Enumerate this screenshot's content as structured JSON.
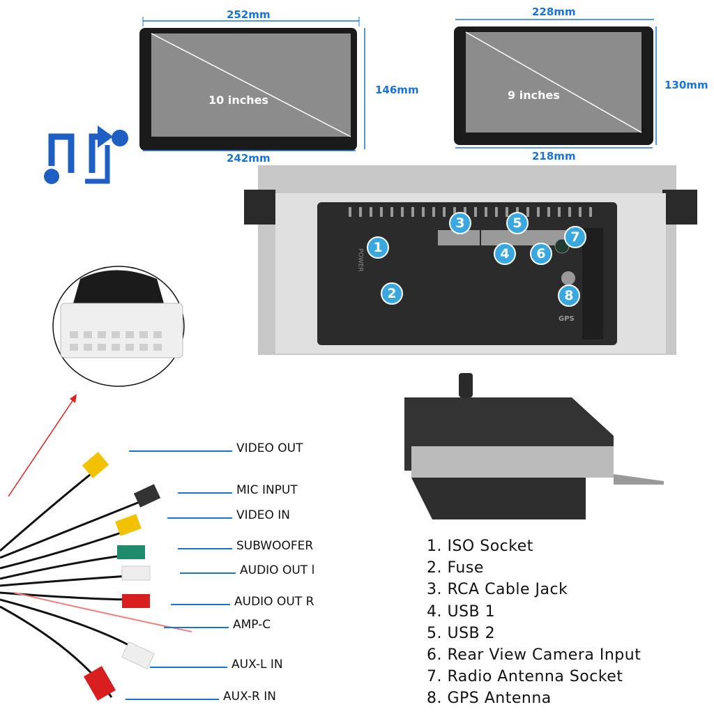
{
  "screens": [
    {
      "label": "10 inches",
      "top_width": "252mm",
      "bottom_width": "242mm",
      "height": "146mm"
    },
    {
      "label": "9 inches",
      "top_width": "228mm",
      "bottom_width": "218mm",
      "height": "130mm"
    }
  ],
  "back_panel": {
    "markers": [
      "1",
      "2",
      "3",
      "4",
      "5",
      "6",
      "7",
      "8"
    ],
    "power_text": "POWER",
    "gps_text": "GPS"
  },
  "cable_labels": [
    "VIDEO OUT",
    "MIC INPUT",
    "VIDEO IN",
    "SUBWOOFER",
    "AUDIO OUT l",
    "AUDIO OUT R",
    "AMP-C",
    "AUX-L IN",
    "AUX-R IN"
  ],
  "legend": [
    "1. ISO Socket",
    "2. Fuse",
    "3. RCA Cable Jack",
    "4. USB 1",
    "5. USB 2",
    "6. Rear View Camera Input",
    "7. Radio Antenna Socket",
    "8. GPS Antenna"
  ],
  "colors": {
    "dimension": "#1a73d9",
    "marker": "#3aa8e0",
    "logo": "#1f5fc4",
    "arrow": "#e02020"
  }
}
